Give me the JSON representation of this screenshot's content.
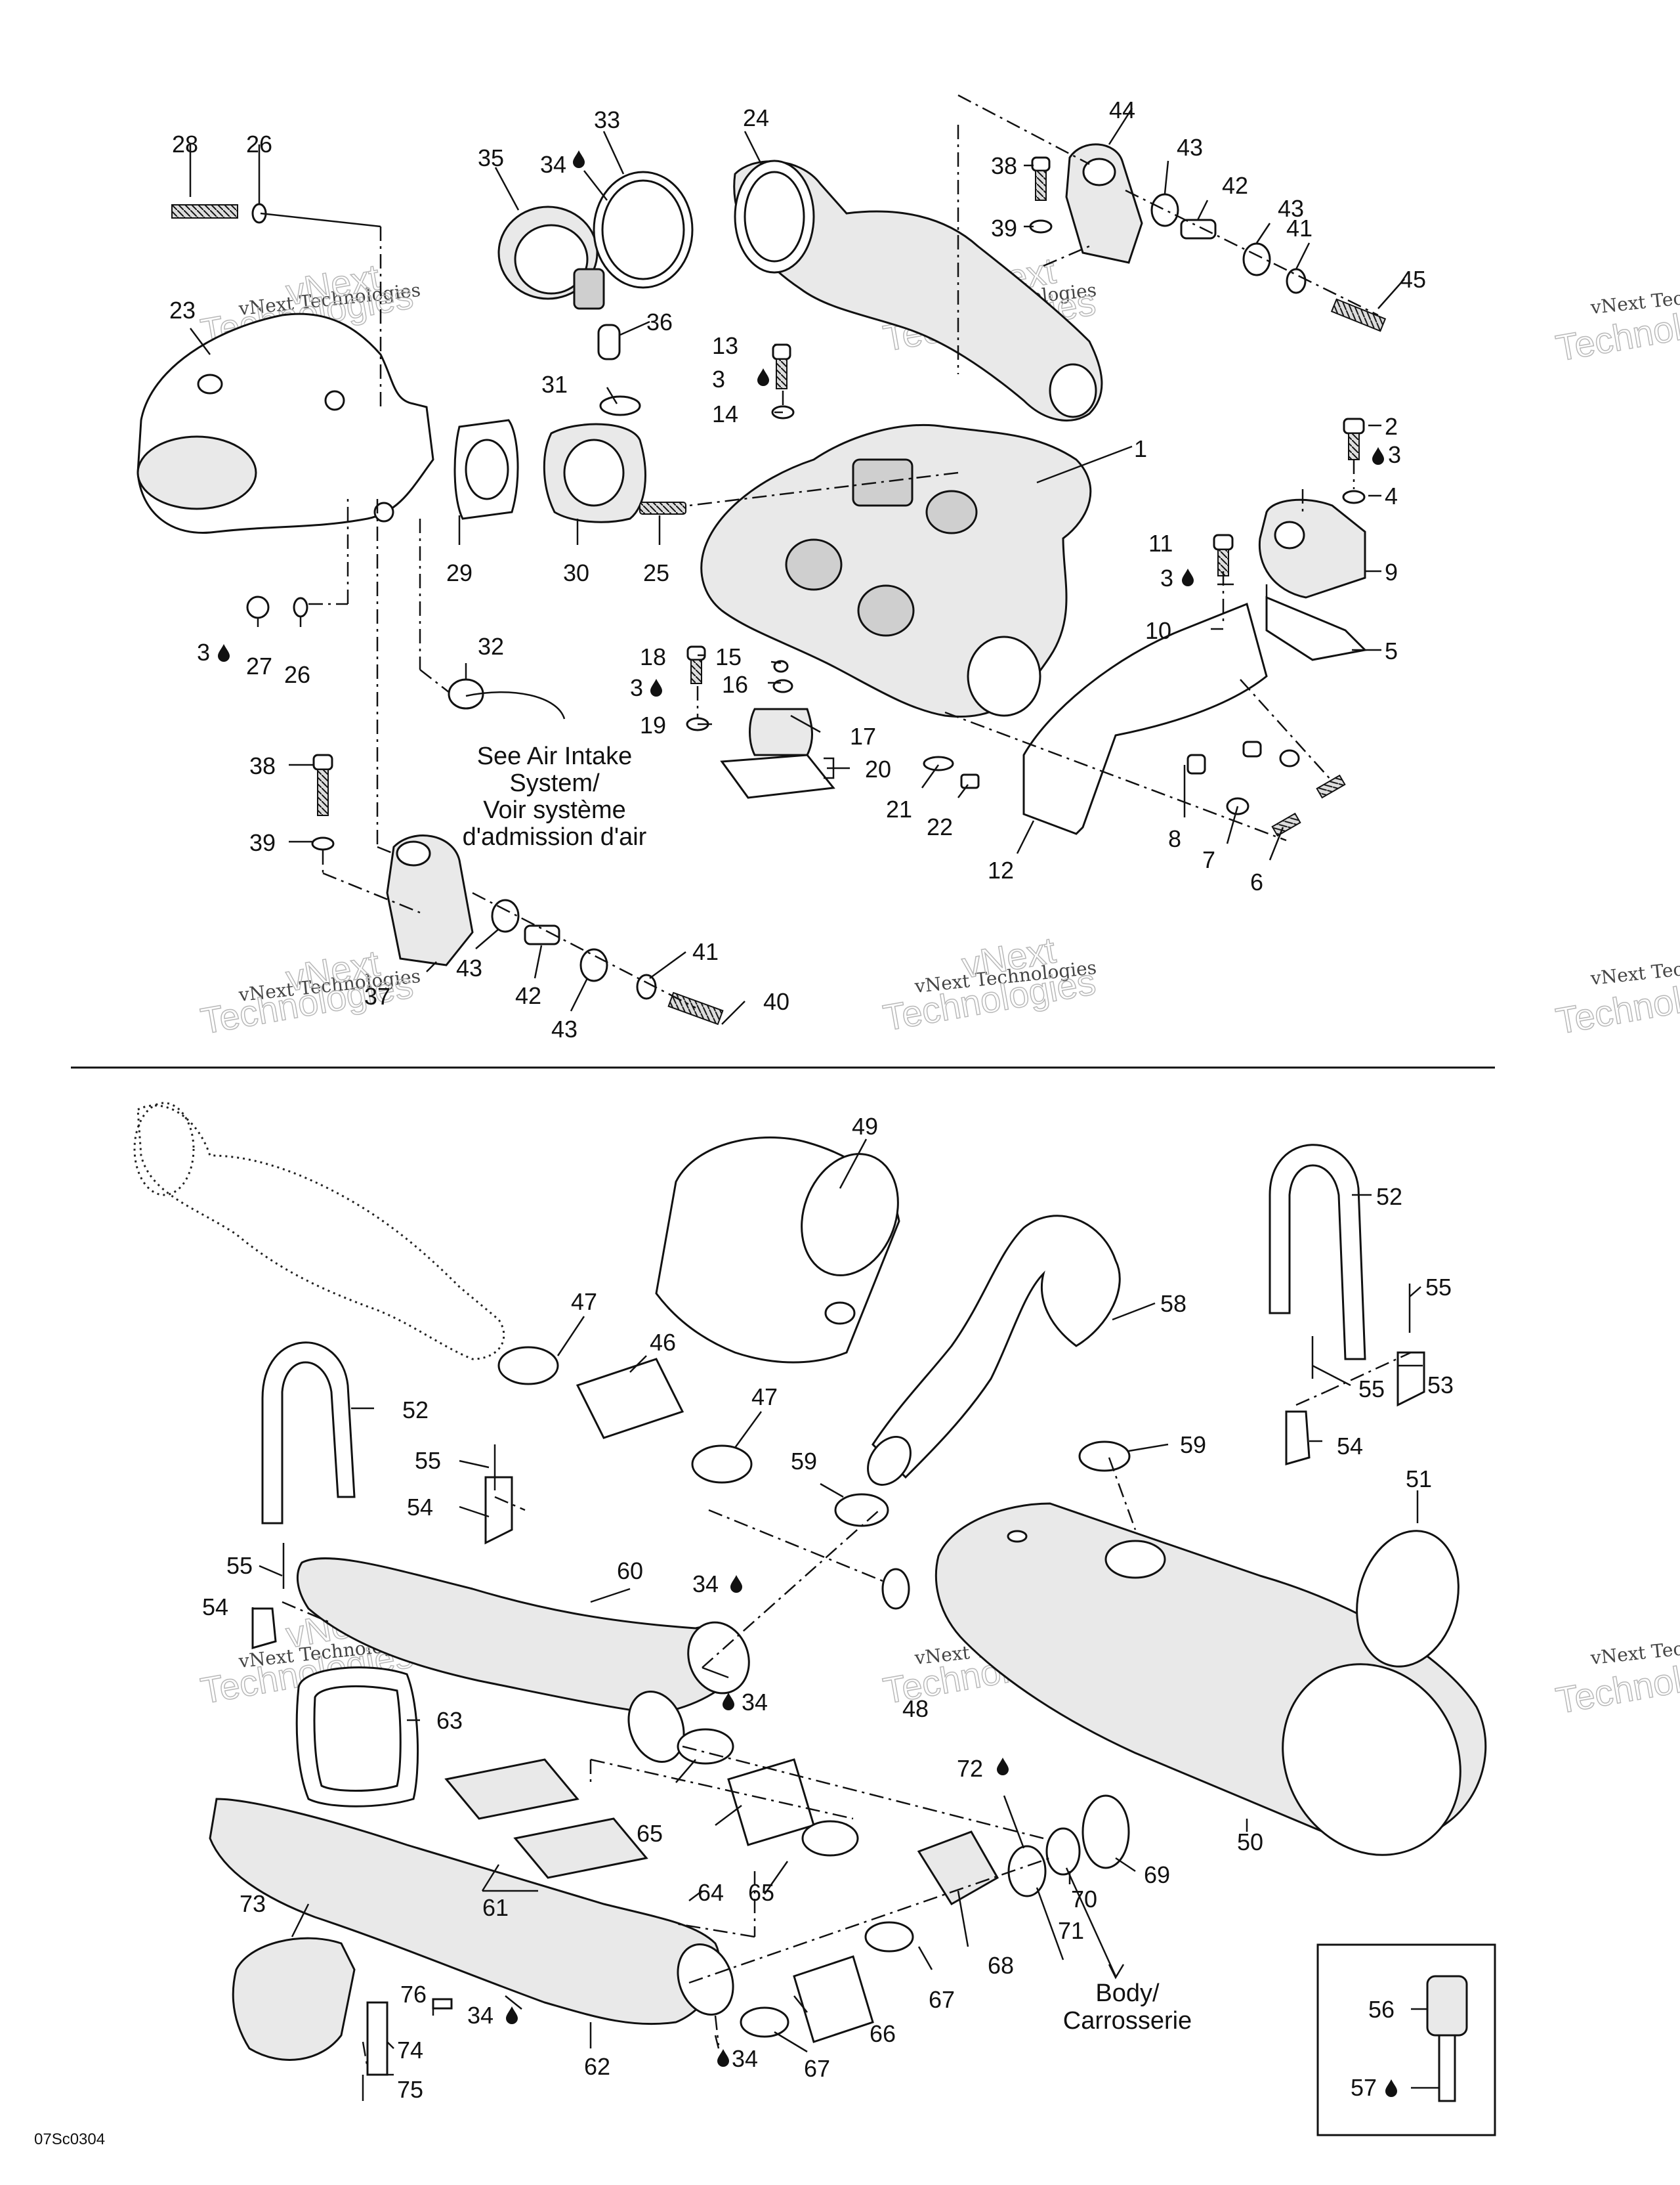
{
  "drawing_code": "07Sc0304",
  "notes": {
    "air_intake": [
      "See Air Intake",
      "System/",
      "Voir système",
      "d'admission d'air"
    ],
    "body": [
      "Body/",
      "Carrosserie"
    ]
  },
  "watermarks": {
    "small": "vNext Technologies",
    "large_line1": "vNext",
    "large_line2": "Technologies"
  },
  "callouts": {
    "c1": "1",
    "c2": "2",
    "c3": "3",
    "c4": "4",
    "c5": "5",
    "c6": "6",
    "c7": "7",
    "c8": "8",
    "c9": "9",
    "c10": "10",
    "c11": "11",
    "c12": "12",
    "c13": "13",
    "c14": "14",
    "c15": "15",
    "c16": "16",
    "c17": "17",
    "c18": "18",
    "c19": "19",
    "c20": "20",
    "c21": "21",
    "c22": "22",
    "c23": "23",
    "c24": "24",
    "c25": "25",
    "c26": "26",
    "c27": "27",
    "c28": "28",
    "c29": "29",
    "c30": "30",
    "c31": "31",
    "c32": "32",
    "c33": "33",
    "c34": "34",
    "c35": "35",
    "c36": "36",
    "c37": "37",
    "c38": "38",
    "c39": "39",
    "c40": "40",
    "c41": "41",
    "c42": "42",
    "c43": "43",
    "c44": "44",
    "c45": "45",
    "c46": "46",
    "c47": "47",
    "c48": "48",
    "c49": "49",
    "c50": "50",
    "c51": "51",
    "c52": "52",
    "c53": "53",
    "c54": "54",
    "c55": "55",
    "c56": "56",
    "c57": "57",
    "c58": "58",
    "c59": "59",
    "c60": "60",
    "c61": "61",
    "c62": "62",
    "c63": "63",
    "c64": "64",
    "c65": "65",
    "c66": "66",
    "c67": "67",
    "c68": "68",
    "c69": "69",
    "c70": "70",
    "c71": "71",
    "c72": "72",
    "c73": "73",
    "c74": "74",
    "c75": "75",
    "c76": "76"
  }
}
